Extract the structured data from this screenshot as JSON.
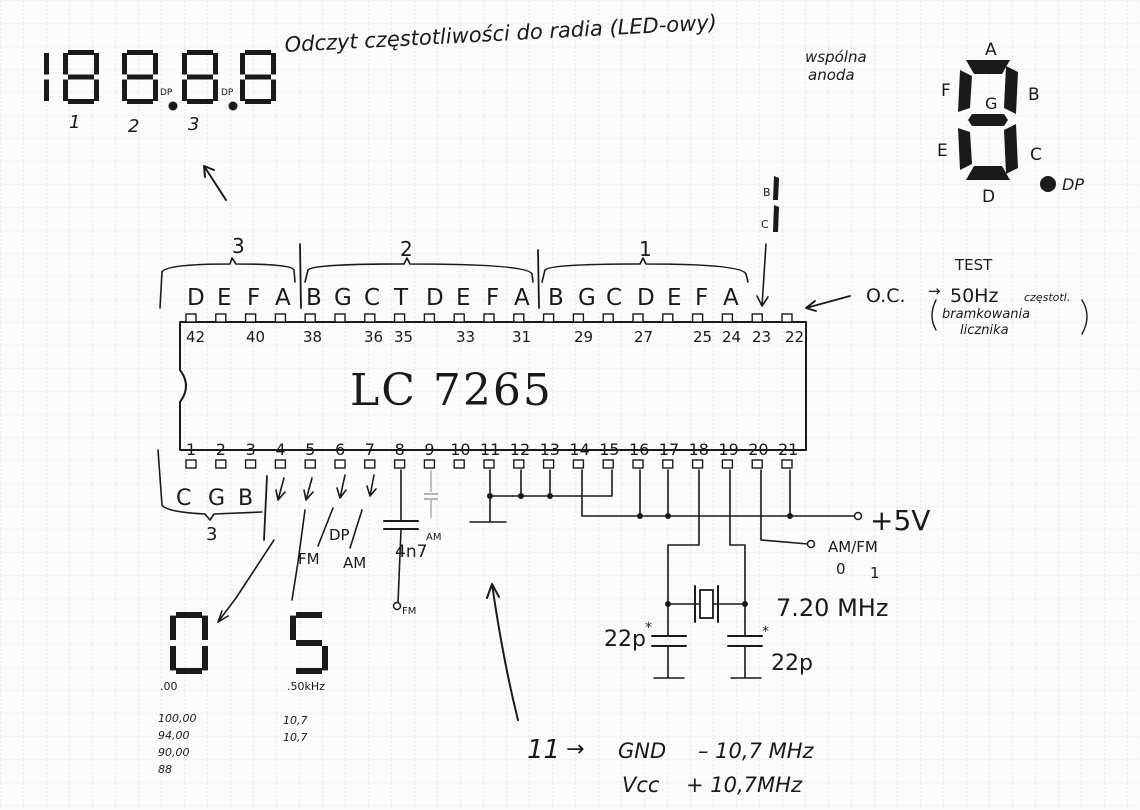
{
  "title": "Odczyt częstotliwości do radia (LED-owy)",
  "display": {
    "digits": [
      "1",
      "8",
      "8",
      "8",
      "8"
    ],
    "dp_labels": [
      "DP",
      "DP"
    ],
    "index_labels": [
      "1",
      "2",
      "3"
    ]
  },
  "segment_legend": {
    "note_line1": "wspólna",
    "note_line2": "anoda",
    "labels": {
      "a": "A",
      "b": "B",
      "c": "C",
      "d": "D",
      "e": "E",
      "f": "F",
      "g": "G",
      "dp": "DP"
    }
  },
  "chip": {
    "name": "LC 7265",
    "top_pin_numbers": [
      "42",
      "40",
      "38",
      "36",
      "35",
      "33",
      "31",
      "29",
      "27",
      "25",
      "24",
      "23",
      "22"
    ],
    "bottom_pin_numbers": [
      "1",
      "2",
      "3",
      "4",
      "5",
      "6",
      "7",
      "8",
      "9",
      "10",
      "11",
      "12",
      "13",
      "14",
      "15",
      "16",
      "17",
      "18",
      "19",
      "20",
      "21"
    ]
  },
  "groups_top": {
    "group3_number": "3",
    "group3_letters": [
      "D",
      "E",
      "F",
      "A"
    ],
    "group2_number": "2",
    "group2_letters": [
      "B",
      "G",
      "C",
      "T",
      "D",
      "E",
      "F",
      "A"
    ],
    "group1_number": "1",
    "group1_letters": [
      "B",
      "G",
      "C",
      "D",
      "E",
      "F",
      "A"
    ]
  },
  "groups_bottom": {
    "letters": [
      "C",
      "G",
      "B"
    ],
    "group_number": "3"
  },
  "side_marks": {
    "b": "B",
    "c": "C"
  },
  "test": {
    "label": "TEST",
    "oc": "O.C.",
    "arrow": "→",
    "freq": "50Hz",
    "note_line1": "częstotl.",
    "note_line2": "bramkowania",
    "note_line3": "licznika"
  },
  "pins_misc": {
    "dp": "DP",
    "am": "AM",
    "fm": "FM",
    "cap": "4n7",
    "am_small": "AM",
    "fm_small": "FM"
  },
  "power": {
    "label": "+5V"
  },
  "amfm": {
    "label": "AM/FM",
    "state0": "0",
    "state1": "1"
  },
  "crystal": {
    "freq": "7.20 MHz",
    "c1": "22p",
    "c2": "22p",
    "star": "*"
  },
  "small_digits": {
    "left": "0",
    "right": "5",
    "left_sub": ".00",
    "right_sub": ".50kHz",
    "left_notes": [
      "100,00",
      "94,00",
      "90,00",
      "88"
    ],
    "right_notes": [
      "10,7",
      "10,7"
    ]
  },
  "footnote": {
    "pin": "11",
    "arrow": "→",
    "line1_label": "GND",
    "line1_value": "– 10,7 MHz",
    "line2_label": "Vcc",
    "line2_value": "+ 10,7MHz"
  }
}
